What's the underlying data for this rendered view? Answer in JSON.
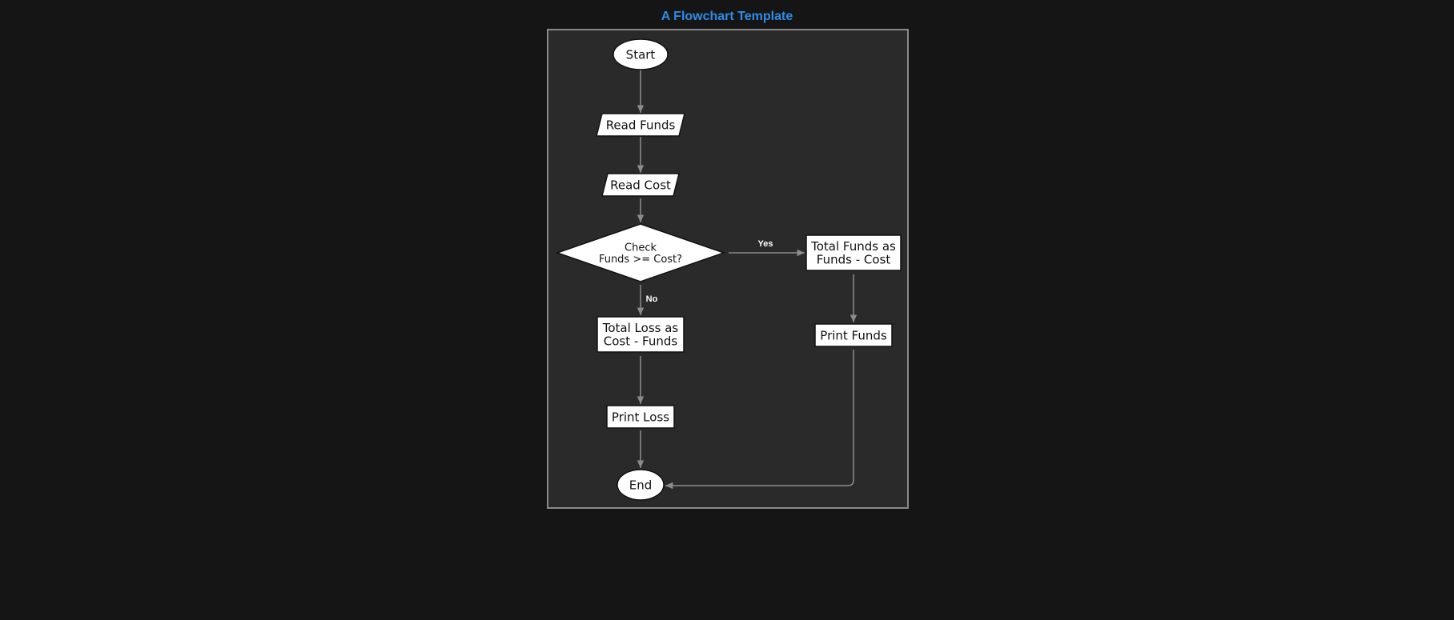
{
  "title": "A Flowchart Template",
  "colors": {
    "background": "#151515",
    "canvas": "#2a2a2a",
    "canvas_border": "#8a8a8a",
    "title": "#2f8ce8",
    "node_fill": "#ffffff",
    "node_stroke": "#111111",
    "edge": "#8c8c8c",
    "edge_label": "#ffffff"
  },
  "nodes": {
    "start": {
      "shape": "terminal",
      "lines": [
        "Start"
      ]
    },
    "read_funds": {
      "shape": "data",
      "lines": [
        "Read Funds"
      ]
    },
    "read_cost": {
      "shape": "data",
      "lines": [
        "Read Cost"
      ]
    },
    "check": {
      "shape": "decision",
      "lines": [
        "Check",
        "Funds >= Cost?"
      ]
    },
    "total_funds": {
      "shape": "process",
      "lines": [
        "Total Funds as",
        "Funds - Cost"
      ]
    },
    "print_funds": {
      "shape": "process",
      "lines": [
        "Print Funds"
      ]
    },
    "total_loss": {
      "shape": "process",
      "lines": [
        "Total Loss as",
        "Cost - Funds"
      ]
    },
    "print_loss": {
      "shape": "process",
      "lines": [
        "Print Loss"
      ]
    },
    "end": {
      "shape": "terminal",
      "lines": [
        "End"
      ]
    }
  },
  "edges": [
    {
      "from": "start",
      "to": "read_funds",
      "label": ""
    },
    {
      "from": "read_funds",
      "to": "read_cost",
      "label": ""
    },
    {
      "from": "read_cost",
      "to": "check",
      "label": ""
    },
    {
      "from": "check",
      "to": "total_funds",
      "label": "Yes"
    },
    {
      "from": "check",
      "to": "total_loss",
      "label": "No"
    },
    {
      "from": "total_funds",
      "to": "print_funds",
      "label": ""
    },
    {
      "from": "total_loss",
      "to": "print_loss",
      "label": ""
    },
    {
      "from": "print_loss",
      "to": "end",
      "label": ""
    },
    {
      "from": "print_funds",
      "to": "end",
      "label": ""
    }
  ]
}
